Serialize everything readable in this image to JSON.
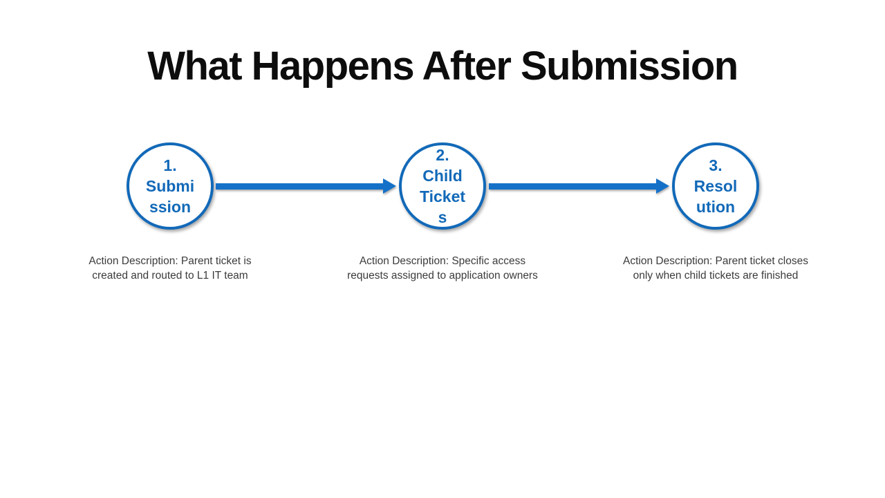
{
  "title": "What Happens After Submission",
  "colors": {
    "accent_blue": "#1269b8",
    "arrow_blue": "#1571c8",
    "title_black": "#0d0d0d",
    "description_gray": "#3b3b3b",
    "background": "#ffffff"
  },
  "steps": [
    {
      "circle_lines": [
        "1.",
        "Submi",
        "ssion"
      ],
      "description_lines": [
        "Action Description: Parent ticket is",
        "created and routed to L1 IT team"
      ]
    },
    {
      "circle_lines": [
        "2.",
        "Child",
        "Ticket",
        "s"
      ],
      "description_lines": [
        "Action Description: Specific access",
        "requests assigned to application owners"
      ]
    },
    {
      "circle_lines": [
        "3.",
        "Resol",
        "ution"
      ],
      "description_lines": [
        "Action Description: Parent ticket closes",
        "only when child tickets are finished"
      ]
    }
  ]
}
